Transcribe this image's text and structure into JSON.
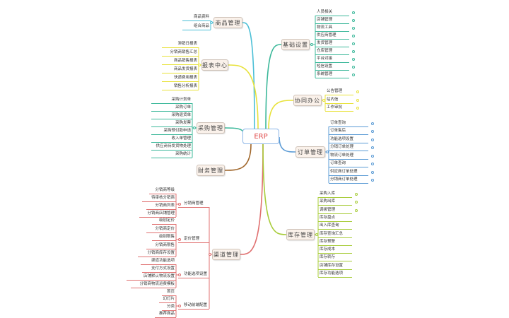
{
  "center": {
    "label": "ERP",
    "color": "#e04848"
  },
  "branches": [
    {
      "label": "商品管理",
      "color": "#4bbfd6",
      "children": [
        "商品资料",
        "组合商品"
      ]
    },
    {
      "label": "报表中心",
      "color": "#e8e23a",
      "children": [
        "滞销日报表",
        "分销商销售汇总",
        "商品销售报表",
        "商品发货报表",
        "快递费用报表",
        "销售分析报表"
      ]
    },
    {
      "label": "采购管理",
      "color": "#3cb89a",
      "children": [
        "采购计划单",
        "采购订单",
        "采购退货单",
        "采购发票",
        "采购预付款申请",
        "收入单管理",
        "供应商待发货物处理",
        "采购统计"
      ]
    },
    {
      "label": "财务管理",
      "color": "#a0662a",
      "children": []
    },
    {
      "label": "渠道管理",
      "color": "#e07070",
      "groups": [
        {
          "label": "分销商管理",
          "children": [
            "分销商等级",
            "待审核分销商",
            "分销商列表",
            "分销商店铺管理"
          ]
        },
        {
          "label": "定价管理",
          "children": [
            "级别定价",
            "分销商定价",
            "级别限售",
            "分销商限售",
            "分销商库存设置"
          ]
        },
        {
          "label": "功能选项设置",
          "children": [
            "渠道功能选项",
            "支付方式设置",
            "店铺默认物流设置",
            "分销商物流运费模板"
          ]
        },
        {
          "label": "移动前端配置",
          "children": [
            "首页",
            "幻灯片",
            "分类",
            "推荐商品"
          ]
        }
      ]
    },
    {
      "label": "基础设置",
      "color": "#3cb89a",
      "children": [
        "人员相关",
        "店铺管理",
        "物流工具",
        "供应商管理",
        "发货管理",
        "仓库管理",
        "平台对接",
        "短信设置",
        "系统管理"
      ]
    },
    {
      "label": "协同办公",
      "color": "#e8e23a",
      "children": [
        "公告管理",
        "站内信",
        "工作审批"
      ]
    },
    {
      "label": "订单管理",
      "color": "#5b9bd5",
      "children": [
        "订单查询",
        "订单售后",
        "功能选项设置",
        "分销订单处理",
        "物流订单处理",
        "订单查询",
        "供应商订单处理",
        "分销商订单处理"
      ]
    },
    {
      "label": "库存管理",
      "color": "#a8cc3a",
      "children": [
        "采购入库",
        "采购出库",
        "调拨管理",
        "库存盘点",
        "出入库查询",
        "库存查询汇总",
        "库存预警",
        "库存成本",
        "库存转存",
        "店铺库存设置",
        "库存功能选项"
      ]
    }
  ]
}
